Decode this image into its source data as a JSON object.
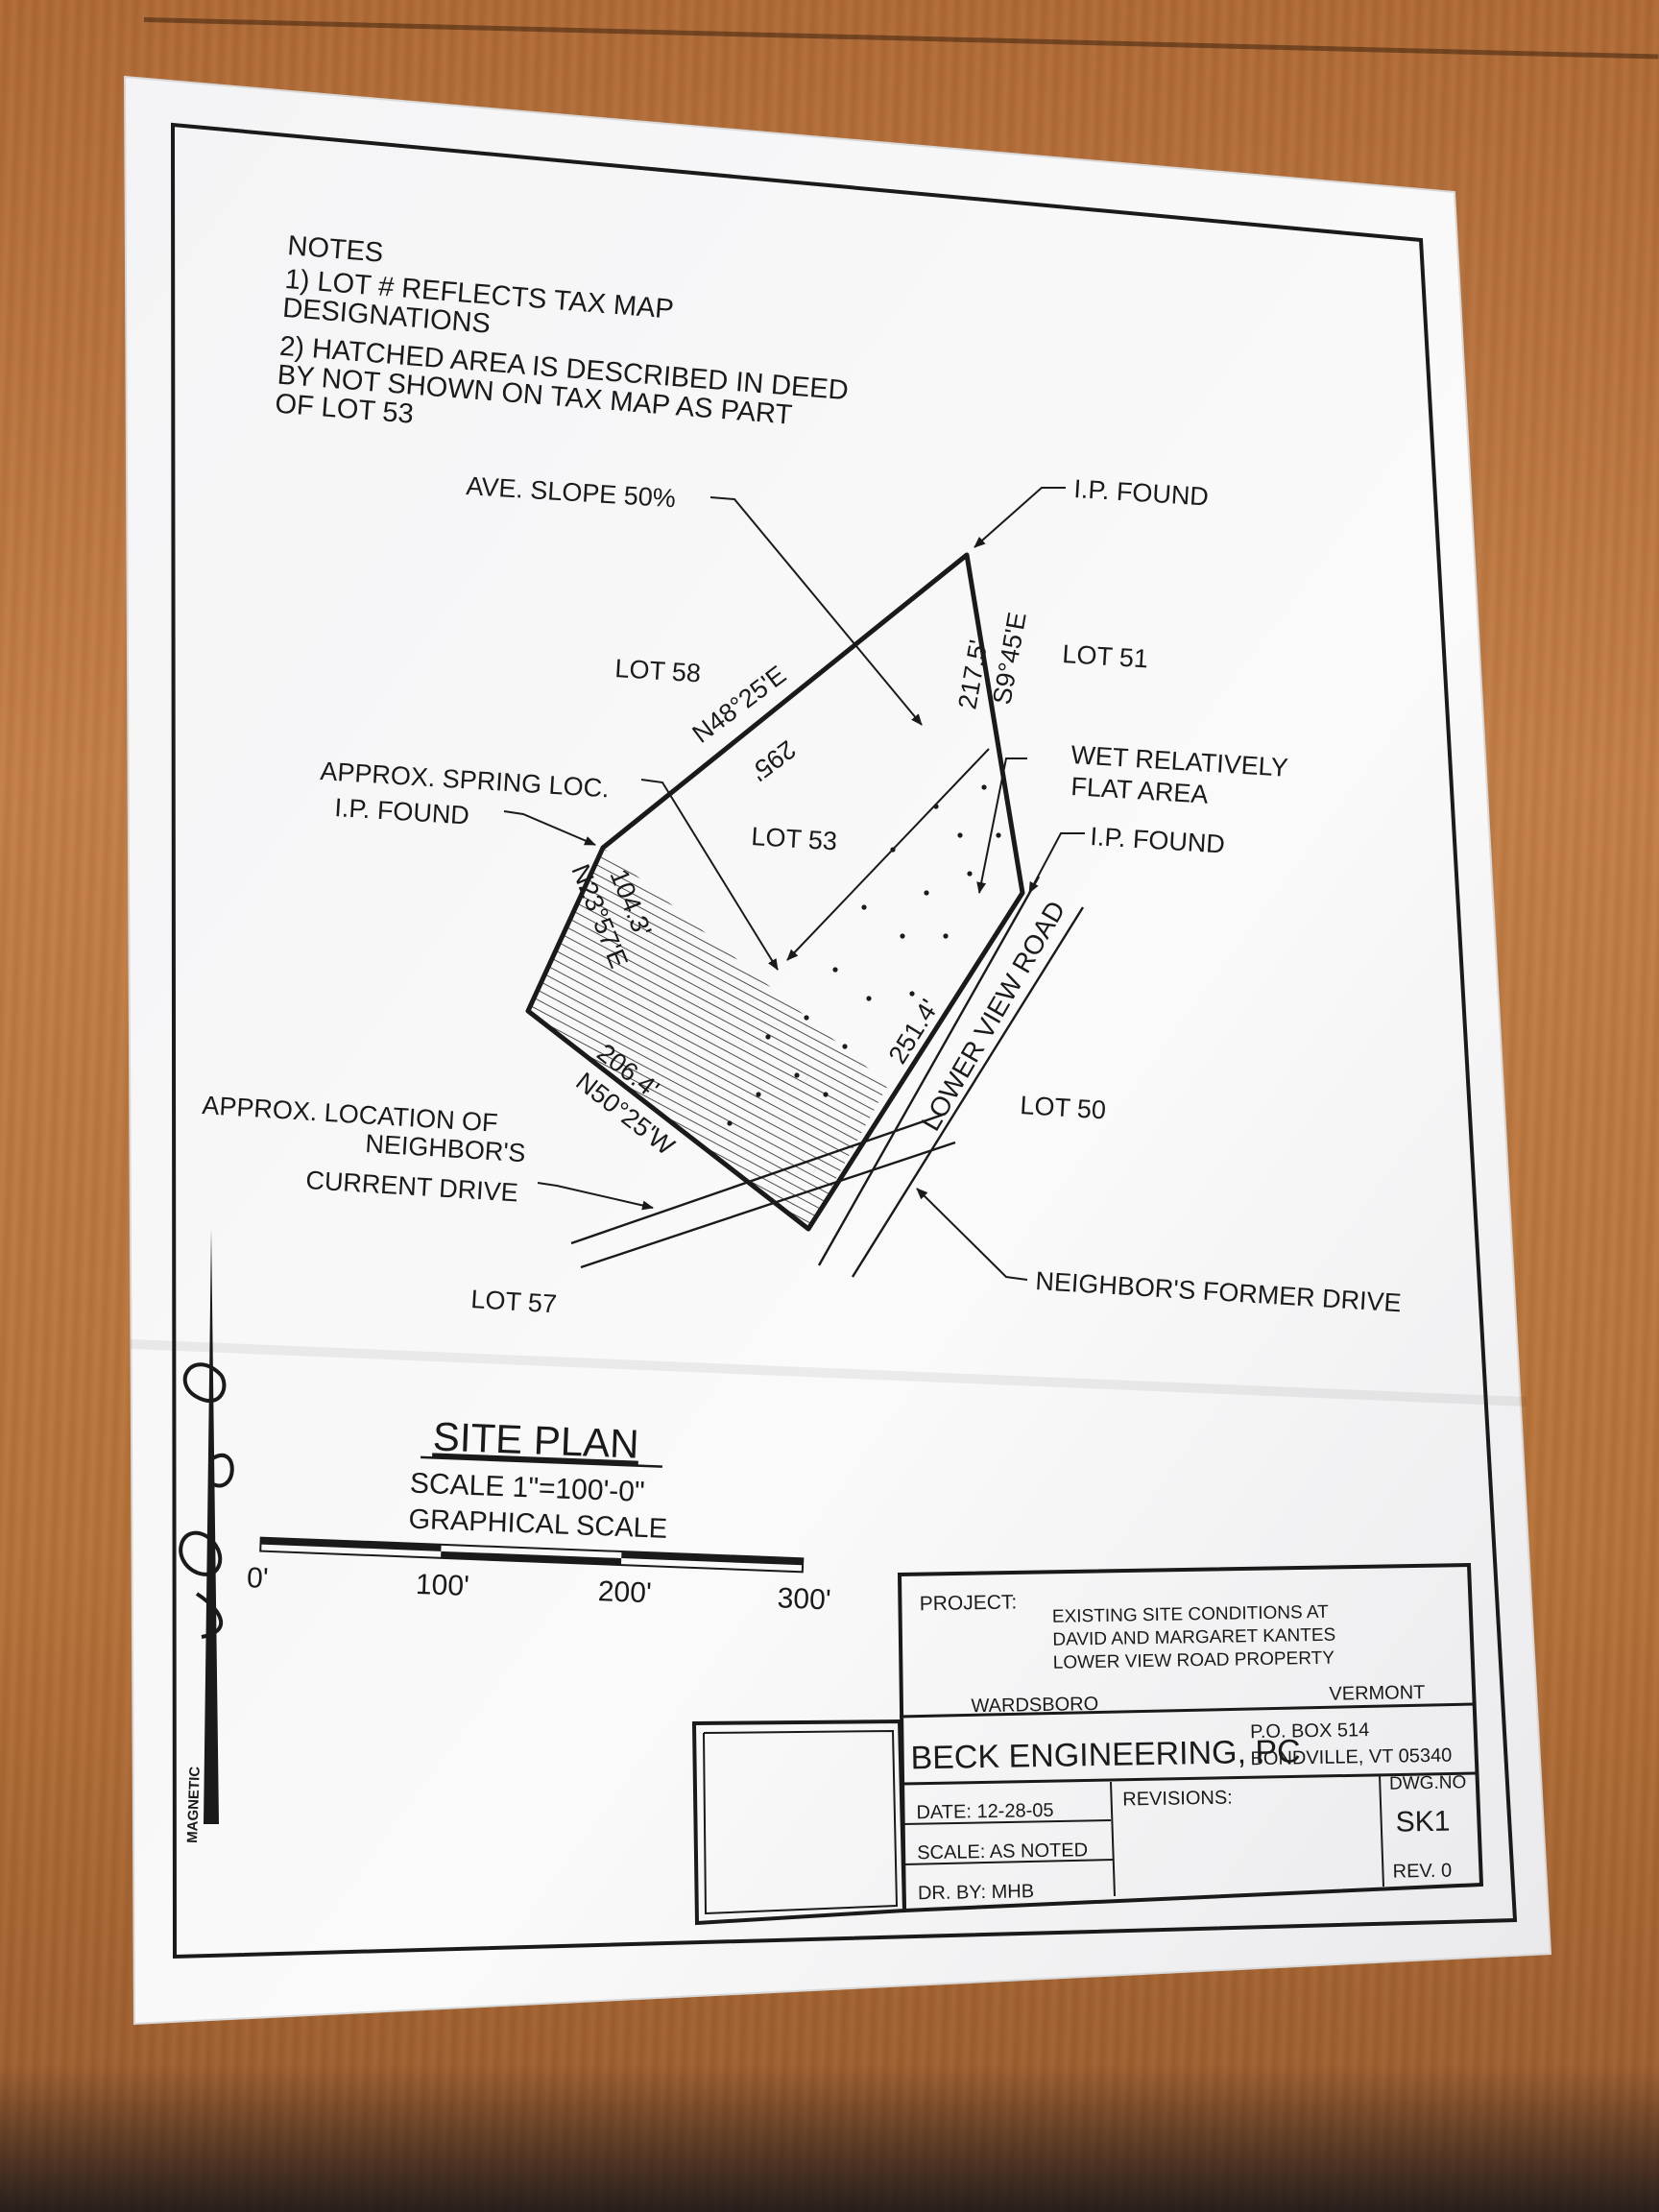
{
  "notes": {
    "heading": "NOTES",
    "line1a": "1) LOT # REFLECTS TAX MAP",
    "line1b": "DESIGNATIONS",
    "line2a": "2) HATCHED AREA IS DESCRIBED IN DEED",
    "line2b": "BY NOT SHOWN ON TAX MAP AS PART",
    "line2c": "OF LOT 53"
  },
  "labels": {
    "ave_slope": "AVE. SLOPE 50%",
    "ip_found_top": "I.P. FOUND",
    "lot58": "LOT 58",
    "lot51": "LOT 51",
    "lot53": "LOT 53",
    "lot50": "LOT 50",
    "lot57": "LOT 57",
    "wet_area_1": "WET RELATIVELY",
    "wet_area_2": "FLAT AREA",
    "ip_found_right": "I.P. FOUND",
    "spring": "APPROX. SPRING LOC.",
    "ip_found_left": "I.P. FOUND",
    "neighbor_current_1": "APPROX. LOCATION OF",
    "neighbor_current_2": "NEIGHBOR'S",
    "neighbor_current_3": "CURRENT DRIVE",
    "neighbor_former": "NEIGHBOR'S FORMER DRIVE",
    "road": "LOWER VIEW ROAD",
    "bearing_nw": "N48°25'E",
    "dist_nw": "295'",
    "bearing_e": "S9°45'E",
    "dist_e": "217.5'",
    "dist_road": "251.4'",
    "bearing_sw": "N23°57'E",
    "dist_sw": "104.3'",
    "dist_s": "206.4'",
    "bearing_s": "N50°25'W"
  },
  "title_block": {
    "plan_title": "SITE PLAN",
    "scale": "SCALE 1\"=100'-0\"",
    "graphical": "GRAPHICAL SCALE",
    "ticks": [
      "0'",
      "100'",
      "200'",
      "300'"
    ],
    "project_label": "PROJECT:",
    "project_1": "EXISTING SITE CONDITIONS AT",
    "project_2": "DAVID AND MARGARET KANTES",
    "project_3": "LOWER VIEW ROAD PROPERTY",
    "town": "WARDSBORO",
    "state": "VERMONT",
    "firm": "BECK ENGINEERING, PC",
    "po_box": "P.O. BOX 514",
    "city": "BONDVILLE, VT 05340",
    "date": "DATE:  12-28-05",
    "scale_row": "SCALE:  AS NOTED",
    "drawn_by": "DR. BY:  MHB",
    "revisions": "REVISIONS:",
    "dwg_no_label": "DWG.NO",
    "dwg_no": "SK1",
    "rev": "REV.  0"
  },
  "north_arrow_text": "MAGNETIC"
}
